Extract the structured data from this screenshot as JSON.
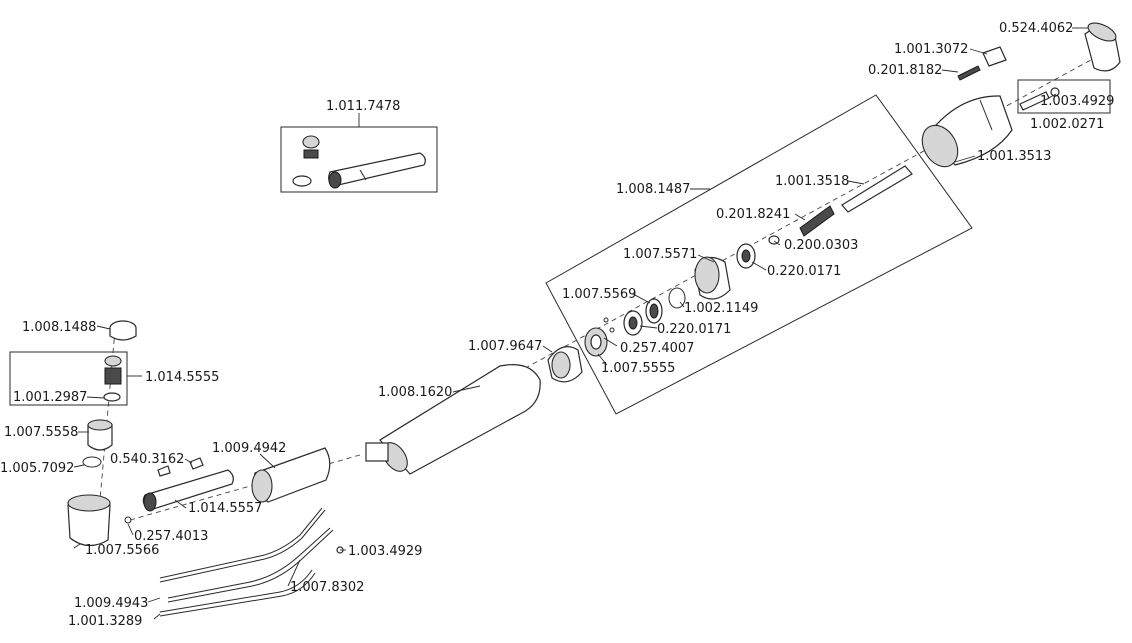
{
  "labels": [
    {
      "id": "lbl-0524-4062",
      "text": "0.524.4062"
    },
    {
      "id": "lbl-1001-3072",
      "text": "1.001.3072"
    },
    {
      "id": "lbl-0201-8182",
      "text": "0.201.8182"
    },
    {
      "id": "lbl-1003-4929-top",
      "text": "1.003.4929"
    },
    {
      "id": "lbl-1002-0271",
      "text": "1.002.0271"
    },
    {
      "id": "lbl-1001-3513",
      "text": "1.001.3513"
    },
    {
      "id": "lbl-1011-7478",
      "text": "1.011.7478"
    },
    {
      "id": "lbl-1001-3518",
      "text": "1.001.3518"
    },
    {
      "id": "lbl-1008-1487",
      "text": "1.008.1487"
    },
    {
      "id": "lbl-0201-8241",
      "text": "0.201.8241"
    },
    {
      "id": "lbl-0200-0303",
      "text": "0.200.0303"
    },
    {
      "id": "lbl-1007-5571",
      "text": "1.007.5571"
    },
    {
      "id": "lbl-0220-0171-a",
      "text": "0.220.0171"
    },
    {
      "id": "lbl-1007-5569",
      "text": "1.007.5569"
    },
    {
      "id": "lbl-1002-1149",
      "text": "1.002.1149"
    },
    {
      "id": "lbl-0220-0171-b",
      "text": "0.220.0171"
    },
    {
      "id": "lbl-1007-9647",
      "text": "1.007.9647"
    },
    {
      "id": "lbl-0257-4007",
      "text": "0.257.4007"
    },
    {
      "id": "lbl-1007-5555",
      "text": "1.007.5555"
    },
    {
      "id": "lbl-1008-1620",
      "text": "1.008.1620"
    },
    {
      "id": "lbl-1008-1488",
      "text": "1.008.1488"
    },
    {
      "id": "lbl-1014-5555",
      "text": "1.014.5555"
    },
    {
      "id": "lbl-1001-2987",
      "text": "1.001.2987"
    },
    {
      "id": "lbl-1007-5558",
      "text": "1.007.5558"
    },
    {
      "id": "lbl-1009-4942",
      "text": "1.009.4942"
    },
    {
      "id": "lbl-0540-3162",
      "text": "0.540.3162"
    },
    {
      "id": "lbl-1005-7092",
      "text": "1.005.7092"
    },
    {
      "id": "lbl-1014-5557",
      "text": "1.014.5557"
    },
    {
      "id": "lbl-0257-4013",
      "text": "0.257.4013"
    },
    {
      "id": "lbl-1007-5566",
      "text": "1.007.5566"
    },
    {
      "id": "lbl-1003-4929-bot",
      "text": "1.003.4929"
    },
    {
      "id": "lbl-1007-8302",
      "text": "1.007.8302"
    },
    {
      "id": "lbl-1009-4943",
      "text": "1.009.4943"
    },
    {
      "id": "lbl-1001-3289",
      "text": "1.001.3289"
    }
  ]
}
